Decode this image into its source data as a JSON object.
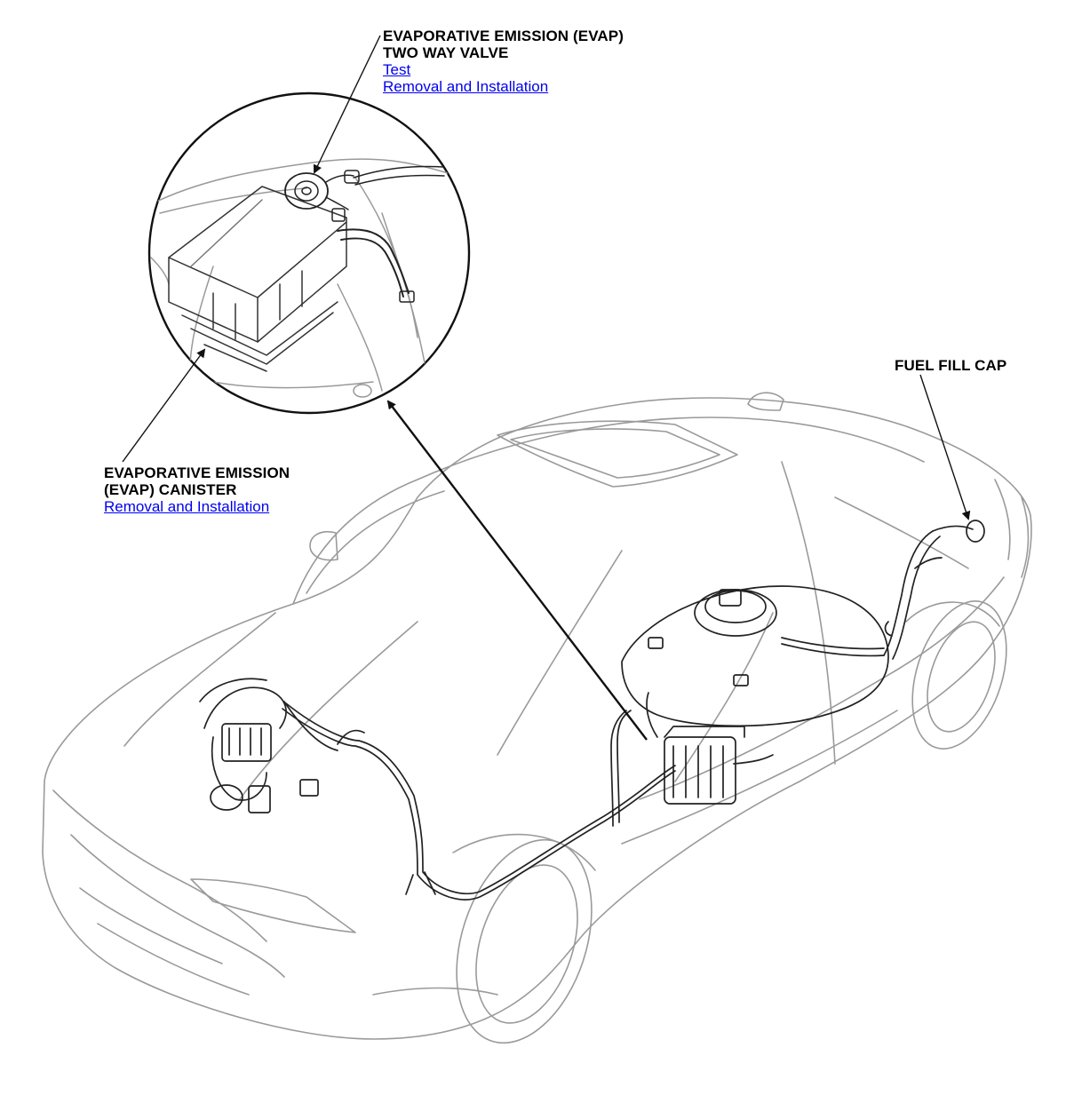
{
  "callouts": {
    "two_way_valve": {
      "title_line1": "EVAPORATIVE EMISSION (EVAP)",
      "title_line2": "TWO WAY VALVE",
      "link_test": "Test",
      "link_removal": "Removal and Installation"
    },
    "canister": {
      "title_line1": "EVAPORATIVE EMISSION",
      "title_line2": "(EVAP) CANISTER",
      "link_removal": "Removal and Installation"
    },
    "fuel_fill_cap": {
      "title": "FUEL FILL CAP"
    }
  },
  "colors": {
    "link": "#0000ee",
    "line_art": "#222222",
    "body_outline": "#9a9a9a"
  }
}
